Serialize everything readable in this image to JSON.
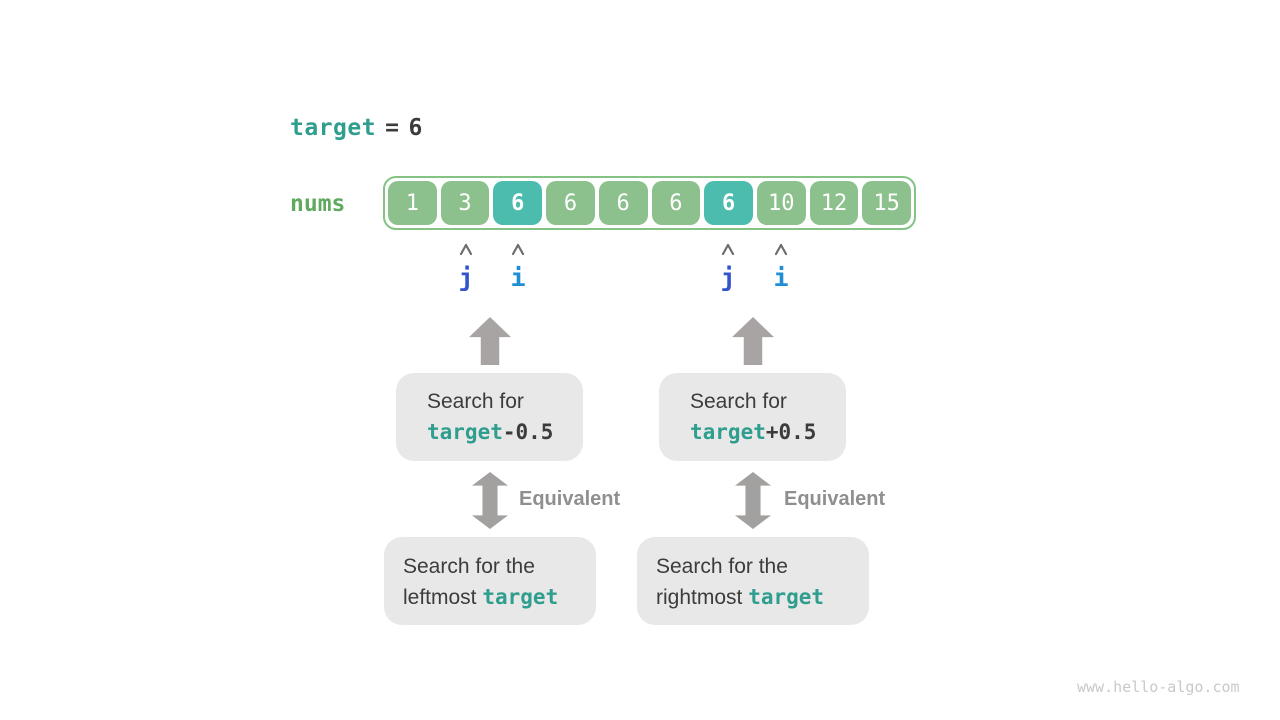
{
  "colors": {
    "teal_text": "#2f9e8e",
    "dark_text": "#3c3c3c",
    "nums_label_green": "#5faa5f",
    "cell_green": "#8cc08c",
    "cell_teal": "#4cbcae",
    "array_border_green": "#85c385",
    "arrow_gray": "#a8a4a4",
    "box_gray": "#e8e8e8",
    "pointer_j": "#3355cb",
    "pointer_i": "#1e8fd5",
    "caret_gray": "#6e6e6e"
  },
  "header": {
    "variable": "target",
    "operator": "=",
    "value": "6"
  },
  "array": {
    "label": "nums",
    "cells": [
      {
        "value": "1",
        "highlight": false
      },
      {
        "value": "3",
        "highlight": false
      },
      {
        "value": "6",
        "highlight": true
      },
      {
        "value": "6",
        "highlight": false
      },
      {
        "value": "6",
        "highlight": false
      },
      {
        "value": "6",
        "highlight": false
      },
      {
        "value": "6",
        "highlight": true
      },
      {
        "value": "10",
        "highlight": false
      },
      {
        "value": "12",
        "highlight": false
      },
      {
        "value": "15",
        "highlight": false
      }
    ]
  },
  "pointers": {
    "items": [
      {
        "label": "j",
        "cell_index": 1
      },
      {
        "label": "i",
        "cell_index": 2
      },
      {
        "label": "j",
        "cell_index": 6
      },
      {
        "label": "i",
        "cell_index": 7
      }
    ]
  },
  "search_boxes": {
    "left": {
      "line1": "Search for",
      "code": "target",
      "suffix": "-0.5"
    },
    "right": {
      "line1": "Search for",
      "code": "target",
      "suffix": "+0.5"
    }
  },
  "equivalence": {
    "left_label": "Equivalent",
    "right_label": "Equivalent"
  },
  "result_boxes": {
    "left": {
      "line1": "Search for the",
      "line2_prefix": "leftmost ",
      "code": "target"
    },
    "right": {
      "line1": "Search for the",
      "line2_prefix": "rightmost ",
      "code": "target"
    }
  },
  "watermark": "www.hello-algo.com"
}
